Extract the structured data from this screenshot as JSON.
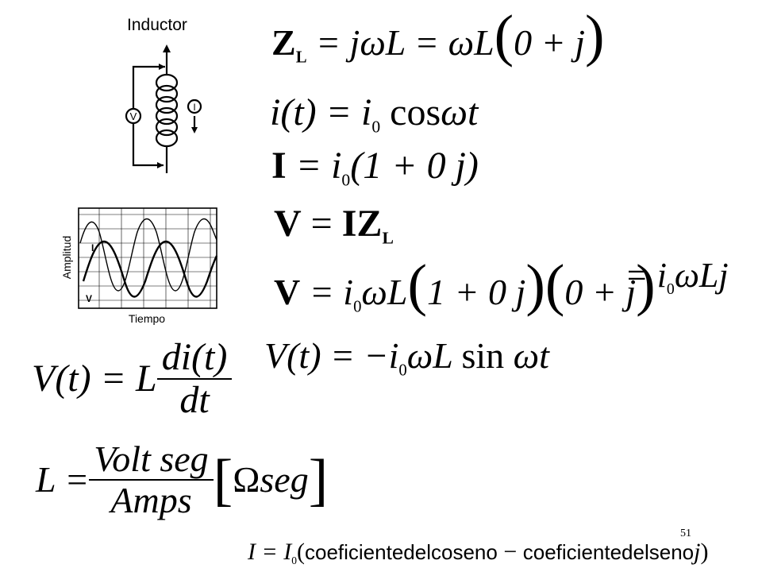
{
  "inductor": {
    "title": "Inductor",
    "voltmeter_letter": "V",
    "ammeter_letter": "I"
  },
  "waveform": {
    "y_label": "Amplitud",
    "x_label": "Tiempo",
    "current_label": "I",
    "voltage_label": "V"
  },
  "equations": {
    "zl": {
      "bold_z": "Z",
      "sub_l": "L",
      "rhs_a": " = jωL = ωL",
      "lpar": "(",
      "inside": "0 + j",
      "rpar": ")"
    },
    "it": {
      "lhs": "i(t) = i",
      "sub": "0",
      "cos": " cos",
      "rest": "ωt"
    },
    "i_bold": {
      "bold_i": "I",
      "eq": " = i",
      "sub": "0",
      "rest": "(1 + 0 j)"
    },
    "v_iz": {
      "bold_v": "V",
      "eq": " = ",
      "bold_iz": "IZ",
      "sub": "L"
    },
    "v_full": {
      "bold_v": "V",
      "eq": " = i",
      "sub": "0",
      "mid": "ωL",
      "p1l": "(",
      "p1in": "1 + 0 j",
      "p1r": ")",
      "p2l": "(",
      "p2in": "0 + j",
      "p2r": ")"
    },
    "v_result": {
      "eq": "= i",
      "sub": "0",
      "rest": "ωLj"
    },
    "vt_sin": {
      "lhs": "V(t) = −i",
      "sub": "0",
      "mid": "ωL ",
      "sin": "sin",
      "rest": " ωt"
    },
    "vt_deriv": {
      "lhs": "V(t) = L",
      "num": "di(t)",
      "den": "dt"
    },
    "l_units": {
      "lhs": "L =",
      "num": "Volt seg",
      "den": "Amps",
      "lbr": "[",
      "omega": "Ω",
      "seg": "seg",
      "rbr": "]"
    },
    "bottom": {
      "lhs": "I = I",
      "sub": "0",
      "open": "(",
      "cos_txt": "coeficientedelcoseno",
      "minus": " − ",
      "sin_txt": "coeficientedelseno",
      "j": "j",
      "close": ")"
    }
  },
  "slide_number": "51"
}
